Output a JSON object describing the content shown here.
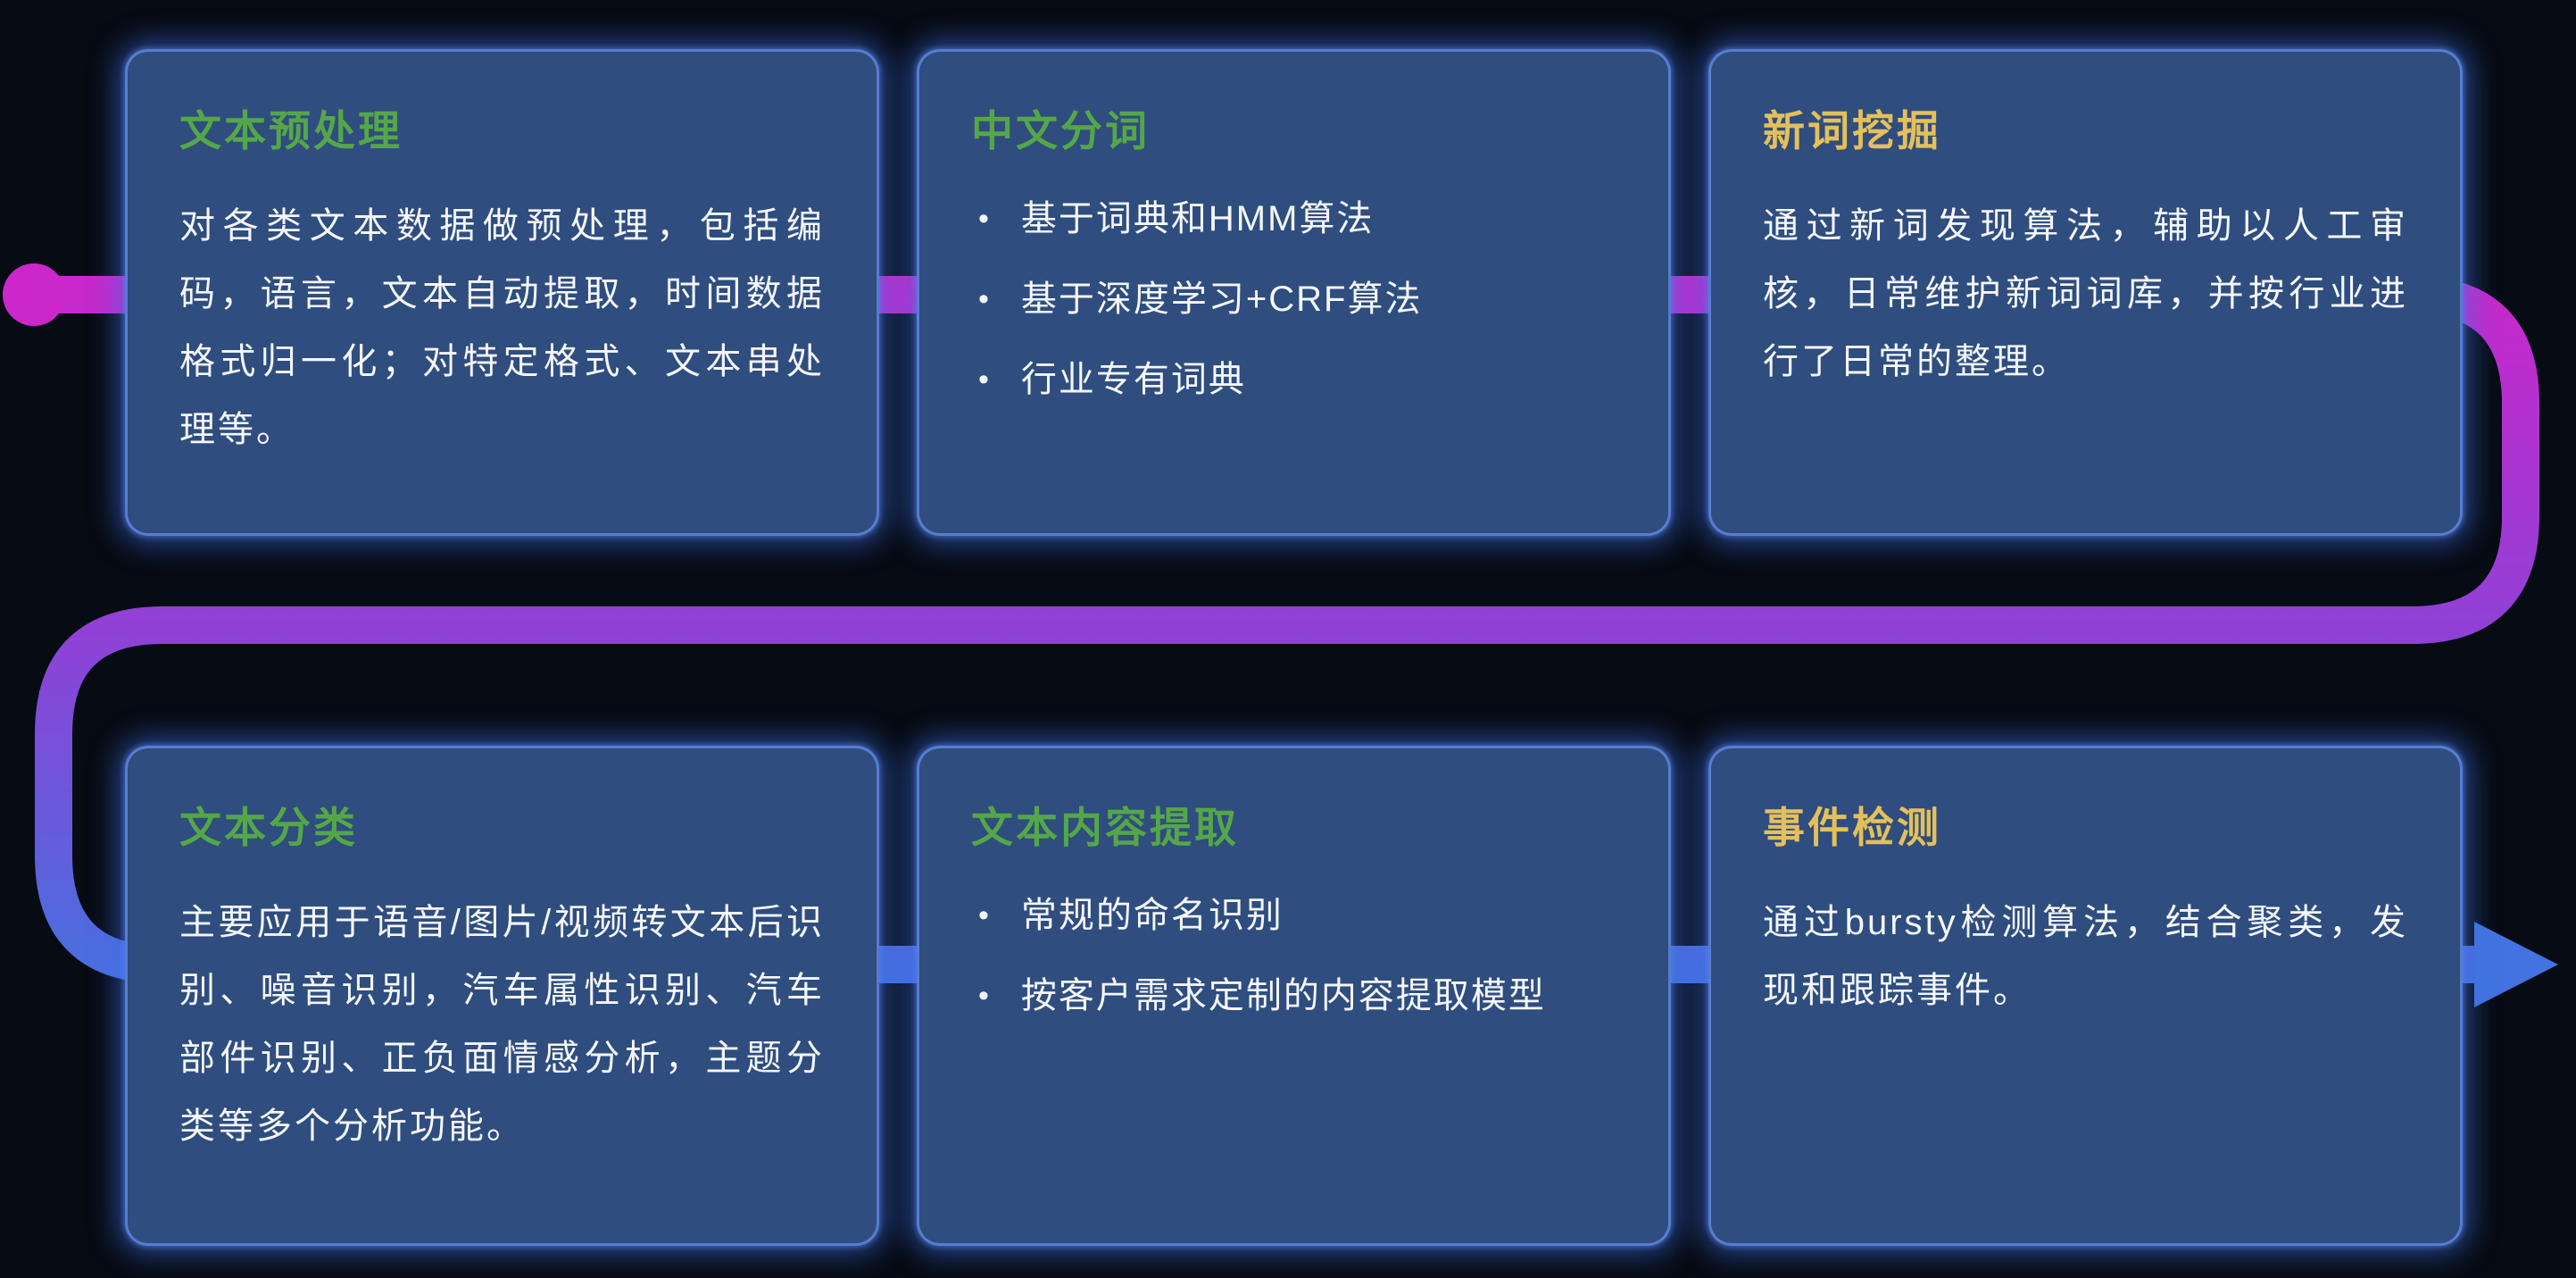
{
  "colors": {
    "background": "#070b14",
    "card_bg": "#2f4d7e",
    "card_glow_blue": "#3e70e6",
    "flow_magenta": "#cb27cb",
    "flow_purple": "#8f41d6",
    "flow_blue": "#4273e0",
    "title_green": "#55a649",
    "title_yellow": "#e4c05a",
    "body_text": "#f4f7fc"
  },
  "cards": [
    {
      "id": "text-preprocessing",
      "title": "文本预处理",
      "title_color": "#55a649",
      "body": "对各类文本数据做预处理，包括编码，语言，文本自动提取，时间数据格式归一化；对特定格式、文本串处理等。"
    },
    {
      "id": "chinese-word-segmentation",
      "title": "中文分词",
      "title_color": "#55a649",
      "bullets": [
        "基于词典和HMM算法",
        "基于深度学习+CRF算法",
        "行业专有词典"
      ]
    },
    {
      "id": "new-word-mining",
      "title": "新词挖掘",
      "title_color": "#e4c05a",
      "body": "通过新词发现算法，辅助以人工审核，日常维护新词词库，并按行业进行了日常的整理。"
    },
    {
      "id": "text-classification",
      "title": "文本分类",
      "title_color": "#55a649",
      "body": "主要应用于语音/图片/视频转文本后识别、噪音识别，汽车属性识别、汽车部件识别、正负面情感分析，主题分类等多个分析功能。"
    },
    {
      "id": "text-content-extraction",
      "title": "文本内容提取",
      "title_color": "#55a649",
      "bullets": [
        "常规的命名识别",
        "按客户需求定制的内容提取模型"
      ]
    },
    {
      "id": "event-detection",
      "title": "事件检测",
      "title_color": "#e4c05a",
      "body": "通过bursty检测算法，结合聚类，发现和跟踪事件。"
    }
  ]
}
